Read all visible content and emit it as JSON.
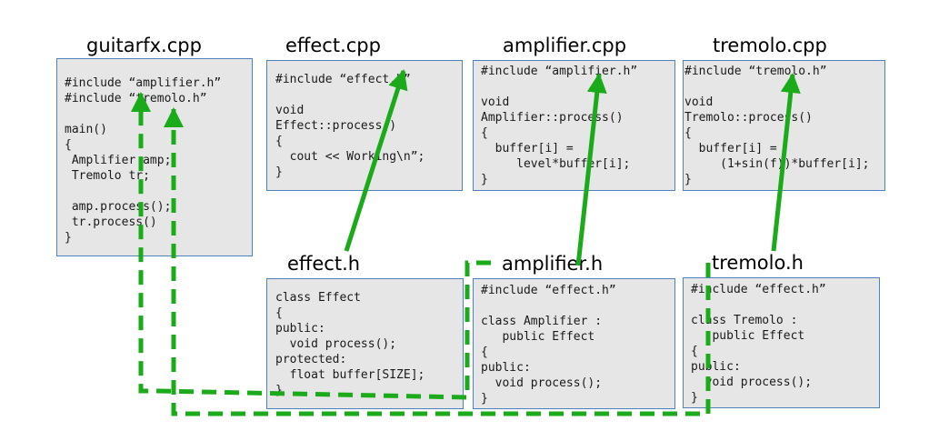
{
  "files": {
    "guitarfx_cpp": {
      "title": "guitarfx.cpp",
      "code": "#include “amplifier.h”\n#include “tremolo.h”\n\nmain()\n{\n Amplifier amp;\n Tremolo tr;\n\n amp.process();\n tr.process()\n}"
    },
    "effect_cpp": {
      "title": "effect.cpp",
      "code": "#include “effect.h”\n\nvoid\nEffect::process()\n{\n  cout << Working\\n”;\n}"
    },
    "amplifier_cpp": {
      "title": "amplifier.cpp",
      "code": "#include “amplifier.h”\n\nvoid\nAmplifier::process()\n{\n  buffer[i] =\n     level*buffer[i];\n}"
    },
    "tremolo_cpp": {
      "title": "tremolo.cpp",
      "code": "#include “tremolo.h”\n\nvoid\nTremolo::process()\n{\n  buffer[i] =\n     (1+sin(f))*buffer[i];\n}"
    },
    "effect_h": {
      "title": "effect.h",
      "code": "class Effect\n{\npublic:\n  void process();\nprotected:\n  float buffer[SIZE];\n}"
    },
    "amplifier_h": {
      "title": "amplifier.h",
      "code": "#include “effect.h”\n\nclass Amplifier :\n   public Effect\n{\npublic:\n  void process();\n}"
    },
    "tremolo_h": {
      "title": "tremolo.h",
      "code": "#include “effect.h”\n\nclass Tremolo :\n   public Effect\n{\npublic:\n  void process();\n}"
    }
  },
  "colors": {
    "arrow": "#1aaa1a",
    "box_fill": "#e6e6e6",
    "box_border": "#4f81bd"
  }
}
